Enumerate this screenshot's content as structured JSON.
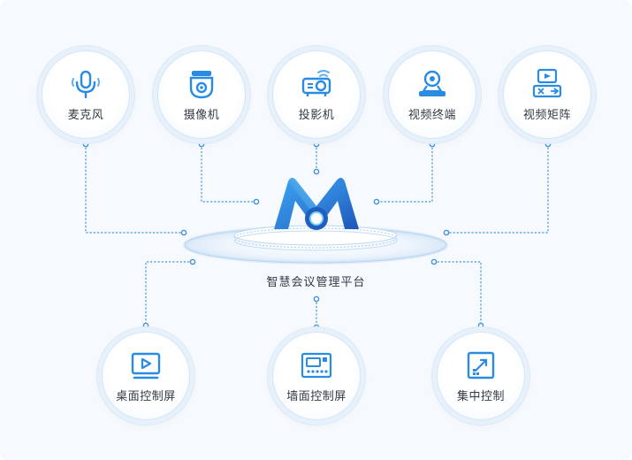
{
  "platform": {
    "label": "智慧会议管理平台",
    "logo": "platform-logo"
  },
  "devices": [
    {
      "label": "麦克风",
      "icon": "microphone-icon"
    },
    {
      "label": "摄像机",
      "icon": "camera-icon"
    },
    {
      "label": "投影机",
      "icon": "projector-icon"
    },
    {
      "label": "视频终端",
      "icon": "video-terminal-icon"
    },
    {
      "label": "视频矩阵",
      "icon": "video-matrix-icon"
    }
  ],
  "controls": [
    {
      "label": "桌面控制屏",
      "icon": "desktop-screen-icon"
    },
    {
      "label": "墙面控制屏",
      "icon": "wall-panel-icon"
    },
    {
      "label": "集中控制",
      "icon": "central-control-icon"
    }
  ],
  "colors": {
    "accent": "#2a8be3",
    "line": "#3f92df",
    "text": "#333a45"
  }
}
